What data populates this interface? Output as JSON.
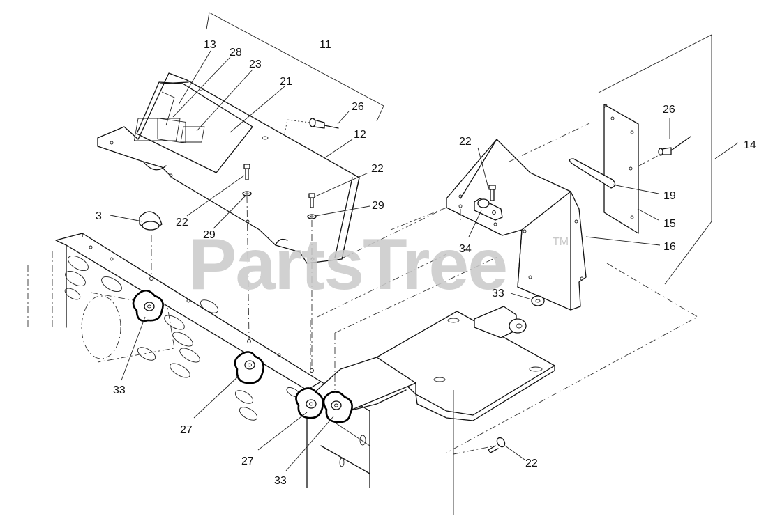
{
  "watermark": {
    "text": "PartsTree",
    "trademark": "TM"
  },
  "callouts": [
    {
      "id": "c-13",
      "text": "13"
    },
    {
      "id": "c-28",
      "text": "28"
    },
    {
      "id": "c-11",
      "text": "11"
    },
    {
      "id": "c-23",
      "text": "23"
    },
    {
      "id": "c-21",
      "text": "21"
    },
    {
      "id": "c-26a",
      "text": "26"
    },
    {
      "id": "c-12",
      "text": "12"
    },
    {
      "id": "c-22a",
      "text": "22"
    },
    {
      "id": "c-29a",
      "text": "29"
    },
    {
      "id": "c-22b",
      "text": "22"
    },
    {
      "id": "c-29b",
      "text": "29"
    },
    {
      "id": "c-3",
      "text": "3"
    },
    {
      "id": "c-22c",
      "text": "22"
    },
    {
      "id": "c-34",
      "text": "34"
    },
    {
      "id": "c-26b",
      "text": "26"
    },
    {
      "id": "c-14",
      "text": "14"
    },
    {
      "id": "c-19",
      "text": "19"
    },
    {
      "id": "c-15",
      "text": "15"
    },
    {
      "id": "c-16",
      "text": "16"
    },
    {
      "id": "c-33a",
      "text": "33"
    },
    {
      "id": "c-33b",
      "text": "33"
    },
    {
      "id": "c-27a",
      "text": "27"
    },
    {
      "id": "c-27b",
      "text": "27"
    },
    {
      "id": "c-33c",
      "text": "33"
    },
    {
      "id": "c-22d",
      "text": "22"
    }
  ]
}
